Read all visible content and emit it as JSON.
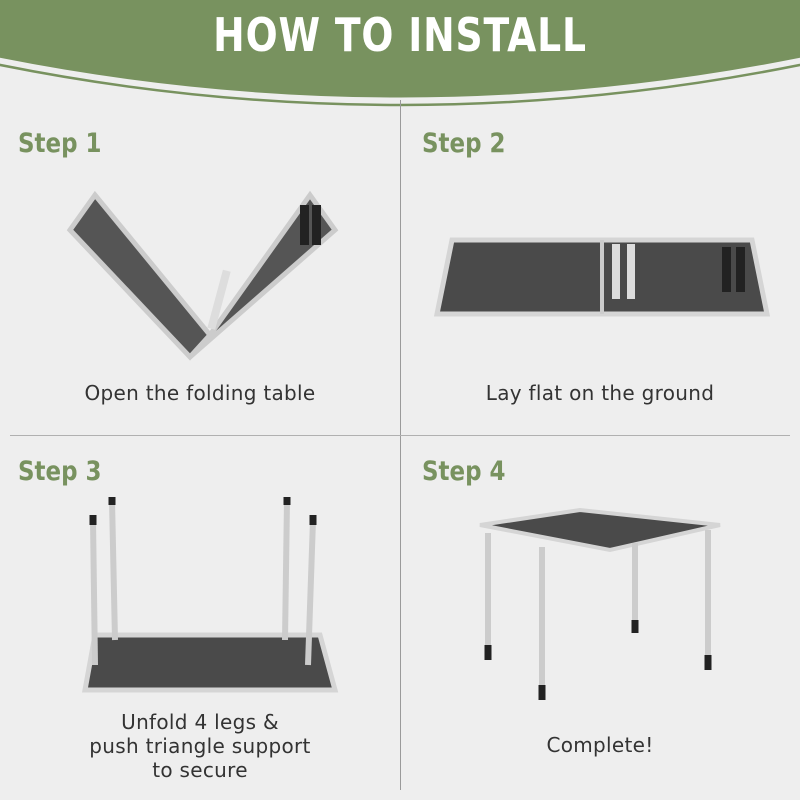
{
  "header": {
    "title": "HOW TO INSTALL",
    "accent": "#78925f"
  },
  "steps": [
    {
      "label": "Step 1",
      "caption": "Open the folding table",
      "image": "folding-table-opened-v"
    },
    {
      "label": "Step 2",
      "caption": "Lay flat on the ground",
      "image": "table-laid-flat"
    },
    {
      "label": "Step 3",
      "caption_lines": [
        "Unfold 4 legs &",
        "push triangle support",
        "to secure"
      ],
      "image": "table-upside-down-legs-up"
    },
    {
      "label": "Step 4",
      "caption": "Complete!",
      "image": "table-standing"
    }
  ]
}
